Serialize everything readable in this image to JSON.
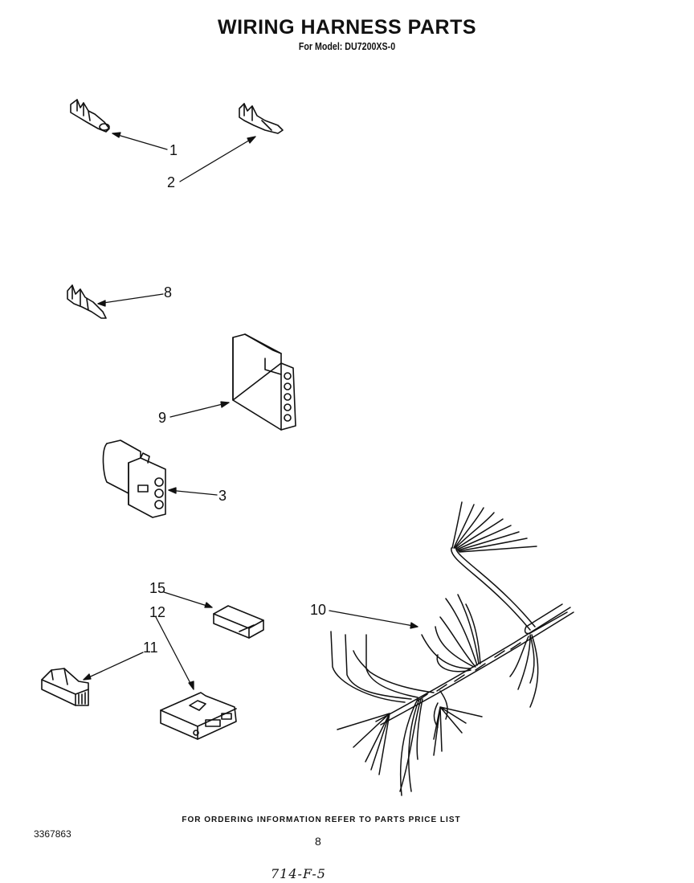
{
  "header": {
    "title": "WIRING HARNESS PARTS",
    "subtitle": "For Model: DU7200XS-0"
  },
  "callouts": {
    "c1": "1",
    "c2": "2",
    "c8": "8",
    "c9": "9",
    "c3": "3",
    "c15": "15",
    "c12": "12",
    "c11": "11",
    "c10": "10"
  },
  "footer": {
    "ordering_info": "FOR ORDERING INFORMATION REFER TO PARTS PRICE LIST",
    "doc_number": "3367863",
    "page_number": "8",
    "handwritten_code": "714-F-5"
  }
}
